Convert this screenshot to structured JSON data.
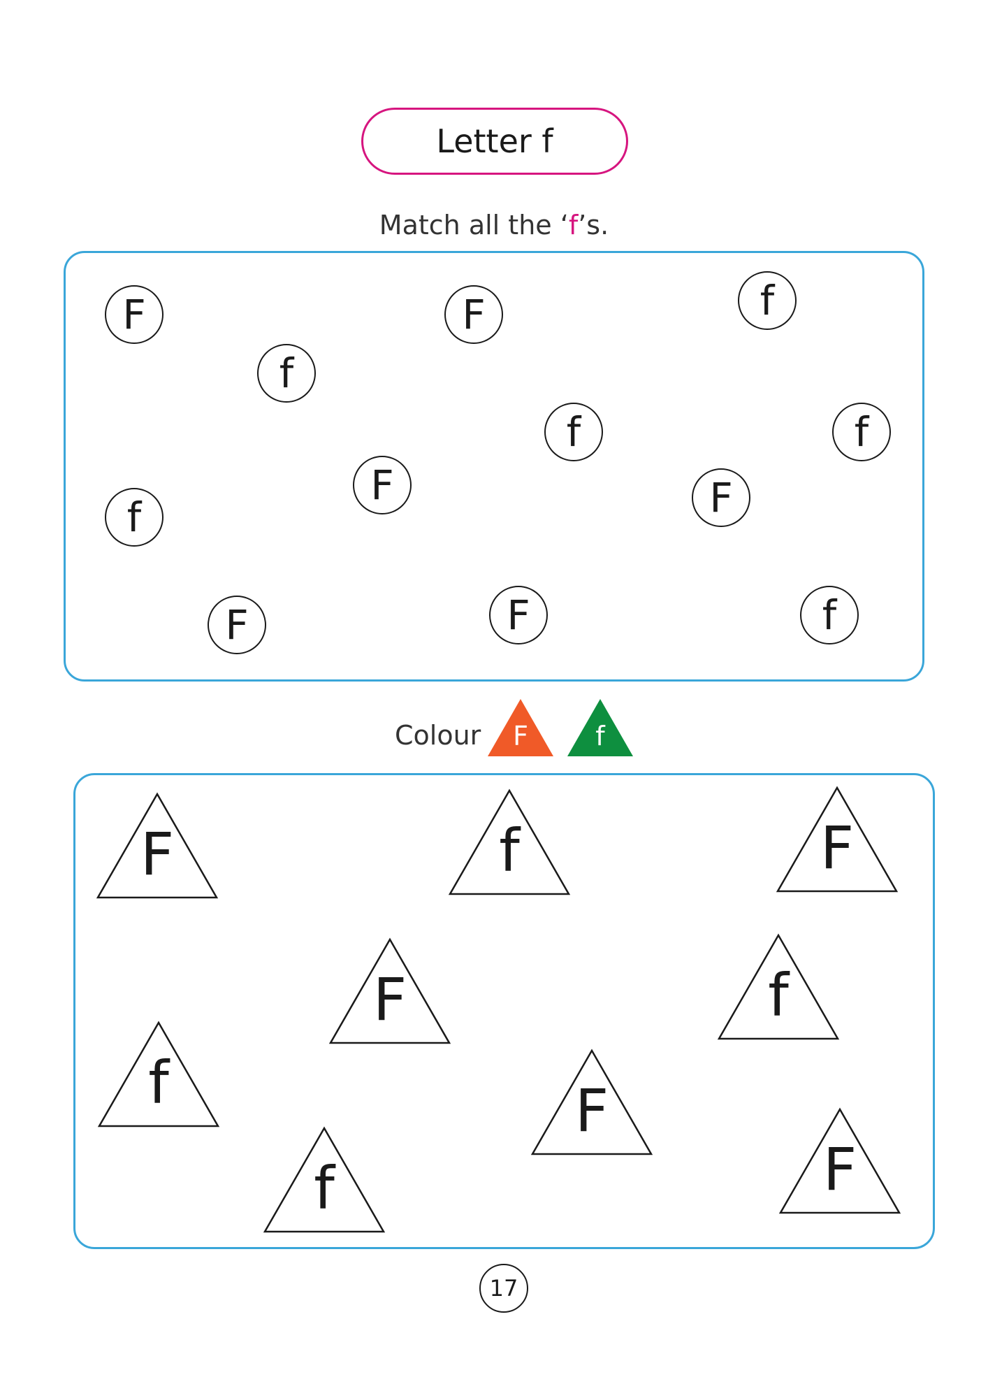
{
  "title": "Letter f",
  "match_section": {
    "instruction_prefix": "Match all the ‘",
    "instruction_letter": "f",
    "instruction_suffix": "’s.",
    "circles": [
      "F",
      "F",
      "f",
      "f",
      "f",
      "f",
      "F",
      "f",
      "F",
      "F",
      "F",
      "f"
    ]
  },
  "colour_section": {
    "label": "Colour",
    "key": [
      {
        "letter": "F",
        "color": "#f05a28"
      },
      {
        "letter": "f",
        "color": "#0e8f3f"
      }
    ],
    "triangles": [
      "F",
      "f",
      "F",
      "F",
      "f",
      "f",
      "F",
      "f",
      "F"
    ]
  },
  "page_number": "17",
  "colors": {
    "title_border": "#d6157f",
    "panel_border": "#3aa6d9",
    "highlight": "#d6157f"
  }
}
